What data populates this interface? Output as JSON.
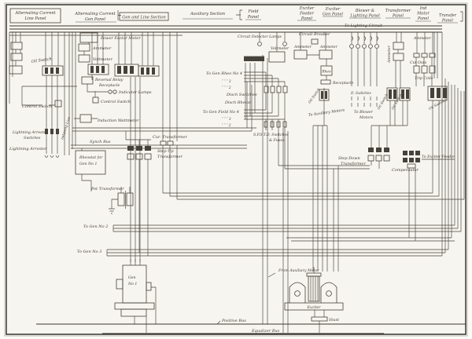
{
  "diagram": {
    "colors": {
      "ink": "#3d3b33",
      "paper": "#f7f5ef",
      "border": "#2a2822"
    },
    "panels": {
      "ac_line_1": "Alternating Current",
      "ac_line_2": "Line Panel",
      "ac_gen_1": "Alternating Current",
      "ac_gen_2": "Gen Panel",
      "gen_line_section": "Gen and Line Section",
      "aux_section": "Auxiliary Section",
      "field_1": "Field",
      "field_2": "Panel",
      "exc_feeder_1": "Exciter",
      "exc_feeder_2": "Feeder",
      "exc_feeder_3": "Panel",
      "exc_gen_1": "Exciter",
      "exc_gen_2": "Gen Panel",
      "blower_1": "Blower &",
      "blower_2": "Lighting Panel",
      "transformer_1": "Transformer",
      "transformer_2": "Panel",
      "ind_motor_1": "Ind",
      "ind_motor_2": "Motor",
      "ind_motor_3": "Panel",
      "transfer_1": "Transfer",
      "transfer_2": "Panel"
    },
    "line_panel": {
      "oil_switch": "Oil Switch",
      "control_switch": "Control Switch",
      "arrester_switches_1": "Lightning Arrester",
      "arrester_switches_2": "Switches",
      "lightning_arrester": "Lightning Arrester",
      "outgoing_line": "outgoing Line"
    },
    "gen_panel": {
      "power_factor_meter": "Power Factor Meter",
      "ammeter": "Ammeter",
      "voltmeter": "Voltmeter",
      "reversal_relay": "Reversal Relay",
      "receptacle": "Receptacle",
      "indicator_lamps": "Indicator Lamps",
      "control_switch": "Control Switch",
      "induction_wattmeter": "Induction Wattmeter",
      "synch_bus": "Synch Bus",
      "rheostat_1": "Rheostat for",
      "rheostat_2": "Gen No 1",
      "cur_transformer": "Cur. Transformer",
      "step_up_1": "Step Up",
      "step_up_2": "Transformer",
      "pot_transformer": "Pot Transformer",
      "to_gen_2": "To Gen No 2",
      "to_gen_3": "To Gen No 3"
    },
    "field_section": {
      "to_gen_rheo": "To Gen Rheo No 4",
      "ditto_3": "″   ″   ″   3",
      "ditto_2": "″   ″   ″   2",
      "disch_switches": "Disch Switches",
      "disch_rheost": "Disch Rheost",
      "to_gen_field": "To Gen Field No 4",
      "field_ditto_3": "″   ″   ″   3",
      "field_ditto_2": "″   ″   ″   2",
      "spst_1": "S.P.S.T.D. Switches",
      "spst_2": "& Fuses",
      "to_aux_motors": "To Auxiliary Motors",
      "circuit_detector_lamps": "Circuit Detector Lamps",
      "voltmeter": "Voltmeter",
      "circuit_breaker": "Circuit Breaker",
      "ammeter_1": "Ammeter",
      "ammeter_2": "Ammeter",
      "rheo": "Rheo",
      "receptacle": "Receptacle",
      "oil_switch": "Oil Switch",
      "d_switches": "D. Switches",
      "to_blower_1": "To Blower",
      "to_blower_2": "Motors",
      "to_lighting": "To Lighting Circuit"
    },
    "motor_panel": {
      "ammeter_vertical": "Ammeter",
      "ammeter": "Ammeter",
      "cut_outs": "Cut Outs",
      "trip_coils": "Trip Coils",
      "oil_switch_1": "Oil Switch",
      "oil_switch_2": "Oil Switch",
      "oil_switch_3": "Oil Switch",
      "step_down_1": "Step Down",
      "step_down_2": "Transformer",
      "to_exciter_feeder": "To Exciter Feeder",
      "compensator": "Compensator"
    },
    "machines": {
      "gen_1a": "Gen",
      "gen_1b": "No 1",
      "from_aux_motor": "From Auxiliary Motor",
      "exciter": "Exciter",
      "shunt": "Shunt",
      "positive_bus": "Positive Bus",
      "equalizer_bus": "Equalizer Bus"
    }
  }
}
